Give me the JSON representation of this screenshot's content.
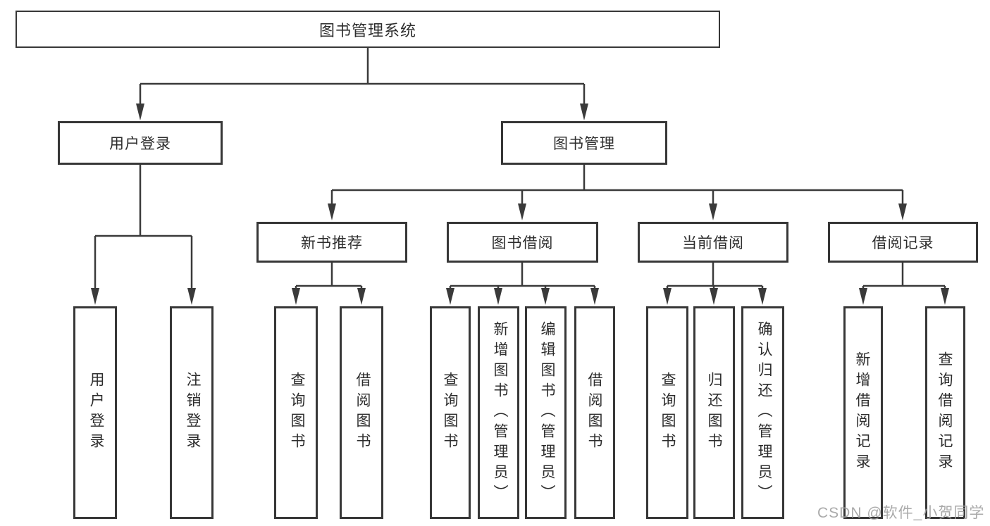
{
  "diagram": {
    "root_label": "图书管理系统",
    "level2": {
      "user_login": "用户登录",
      "book_management": "图书管理"
    },
    "level3": {
      "new_book_recommend": "新书推荐",
      "book_borrow": "图书借阅",
      "current_borrow": "当前借阅",
      "borrow_records": "借阅记录"
    },
    "leaves": {
      "user_login": "用户登录",
      "logout": "注销登录",
      "recommend_query_books": "查询图书",
      "recommend_borrow_books": "借阅图书",
      "borrow_query_books": "查询图书",
      "borrow_add_books_admin": "新增图书（管理员）",
      "borrow_edit_books_admin": "编辑图书（管理员）",
      "borrow_borrow_books": "借阅图书",
      "current_query_books": "查询图书",
      "current_return_books": "归还图书",
      "current_confirm_return_admin": "确认归还（管理员）",
      "records_add_record": "新增借阅记录",
      "records_query_record": "查询借阅记录"
    },
    "watermark": "CSDN @软件_小贺同学",
    "colors": {
      "line": "#3a3a3a",
      "box_border": "#373737",
      "text": "#2d2d2d",
      "watermark": "#a3a3a3",
      "background": "#ffffff"
    }
  }
}
